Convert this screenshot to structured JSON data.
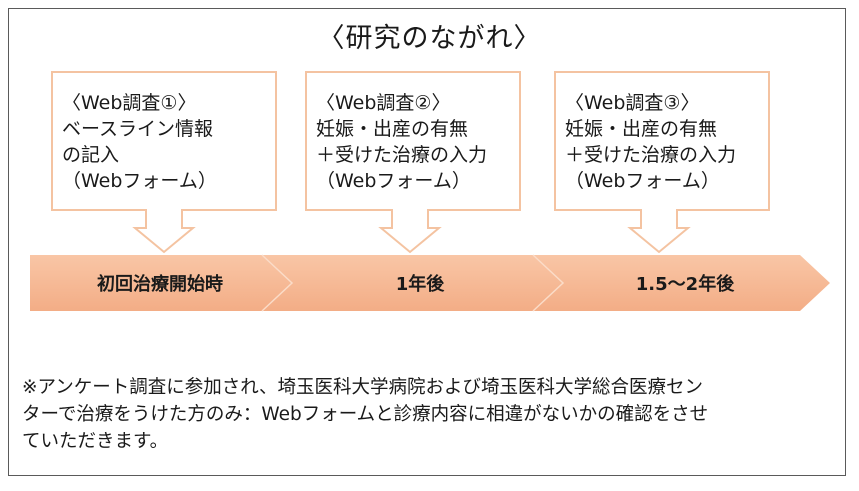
{
  "title": "〈研究のながれ〉",
  "callouts": [
    {
      "lines": [
        "〈Web調査①〉",
        "ベースライン情報",
        "の記入",
        "（Webフォーム）"
      ]
    },
    {
      "lines": [
        "〈Web調査②〉",
        "妊娠・出産の有無",
        "＋受けた治療の入力",
        "（Webフォーム）"
      ]
    },
    {
      "lines": [
        "〈Web調査③〉",
        "妊娠・出産の有無",
        "＋受けた治療の入力",
        "（Webフォーム）"
      ]
    }
  ],
  "stages": [
    "初回治療開始時",
    "1年後",
    "1.5〜2年後"
  ],
  "note_lines": [
    "※アンケート調査に参加され、埼玉医科大学病院および埼玉医科大学総合医療セン",
    "ターで治療をうけた方のみ：Webフォームと診療内容に相違がないかの確認をさせ",
    "ていただきます。"
  ],
  "colors": {
    "accent": "#f5b38e",
    "accent_dark": "#f0a57a",
    "callout_border": "#f4c3a1",
    "frame": "#5a5a5a"
  }
}
